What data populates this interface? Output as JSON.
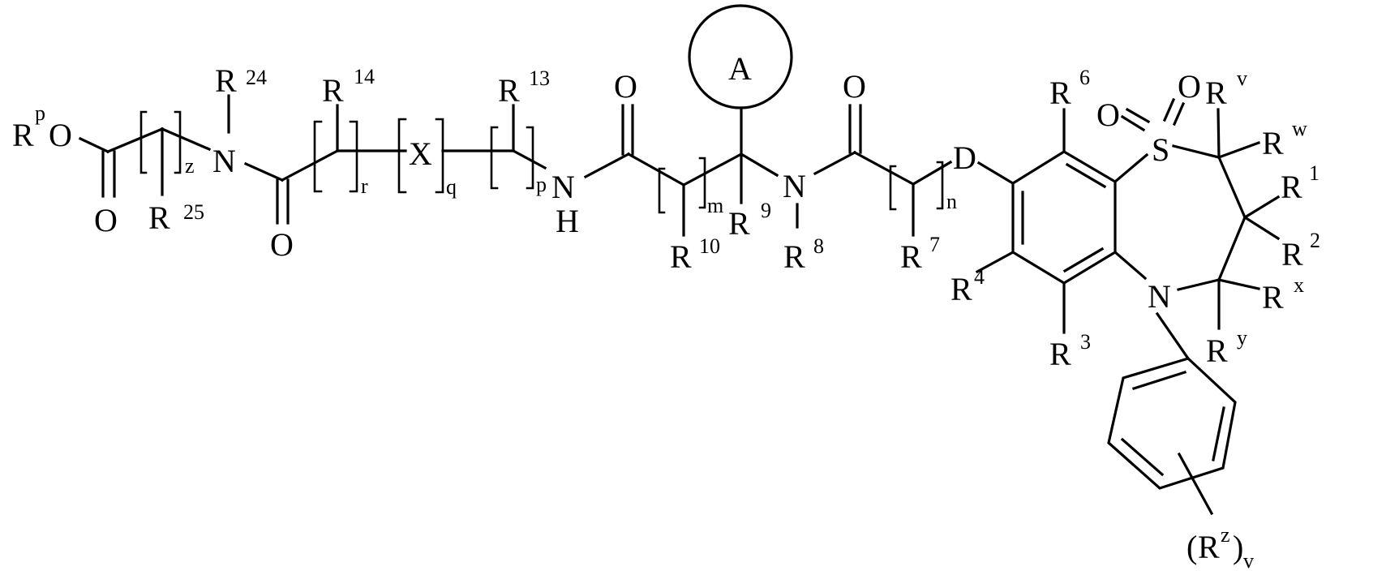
{
  "figure": {
    "type": "chemical-structure",
    "description": "Generic Markush structure: ester-linked amide chain attached to a 1,5-benzothiazepine 1,1-dioxide core with N-aryl substituent"
  },
  "labels": {
    "rp": {
      "base": "R",
      "sup": "p"
    },
    "ester_o": "O",
    "ester_co": "O",
    "z": "z",
    "r25": {
      "base": "R",
      "sup": "25"
    },
    "n24": "N",
    "r24": {
      "base": "R",
      "sup": "24"
    },
    "amide1_o": "O",
    "r14": {
      "base": "R",
      "sup": "14"
    },
    "r": "r",
    "x": "X",
    "q": "q",
    "r13": {
      "base": "R",
      "sup": "13"
    },
    "p": "p",
    "nh_n": "N",
    "nh_h": "H",
    "amide2_o": "O",
    "m": "m",
    "r10": {
      "base": "R",
      "sup": "10"
    },
    "ring_a": "A",
    "r9": {
      "base": "R",
      "sup": "9"
    },
    "n8": "N",
    "r8": {
      "base": "R",
      "sup": "8"
    },
    "amide3_o": "O",
    "n": "n",
    "r7": {
      "base": "R",
      "sup": "7"
    },
    "d": "D",
    "r6": {
      "base": "R",
      "sup": "6"
    },
    "r4": {
      "base": "R",
      "sup": "4"
    },
    "r3": {
      "base": "R",
      "sup": "3"
    },
    "s": "S",
    "so_o1": "O",
    "so_o2": "O",
    "rv": {
      "base": "R",
      "sup": "v"
    },
    "rw": {
      "base": "R",
      "sup": "w"
    },
    "r1": {
      "base": "R",
      "sup": "1"
    },
    "r2": {
      "base": "R",
      "sup": "2"
    },
    "rx": {
      "base": "R",
      "sup": "x"
    },
    "ry": {
      "base": "R",
      "sup": "y"
    },
    "n5": "N",
    "rz": {
      "open": "(",
      "base": "R",
      "sup": "z",
      "close": ")",
      "sub": "v"
    }
  }
}
